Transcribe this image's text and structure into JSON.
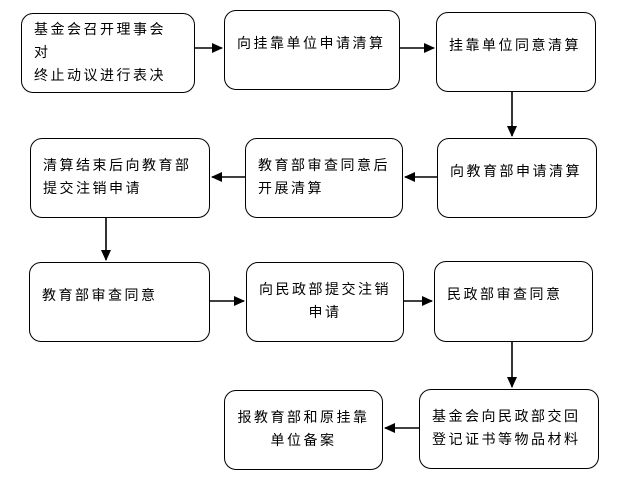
{
  "diagram": {
    "type": "flowchart",
    "background": "#ffffff",
    "box_border_color": "#000000",
    "box_fill_color": "#ffffff",
    "text_color": "#000000",
    "nodes": [
      {
        "id": "n1",
        "label": "基金会召开理事会对\n终止动议进行表决"
      },
      {
        "id": "n2",
        "label": "向挂靠单位申请清算"
      },
      {
        "id": "n3",
        "label": "挂靠单位同意清算"
      },
      {
        "id": "n4",
        "label": "向教育部申请清算"
      },
      {
        "id": "n5",
        "label": "教育部审查同意后\n开展清算"
      },
      {
        "id": "n6",
        "label": "清算结束后向教育部\n提交注销申请"
      },
      {
        "id": "n7",
        "label": "教育部审查同意"
      },
      {
        "id": "n8",
        "label": "向民政部提交注销\n申请"
      },
      {
        "id": "n9",
        "label": "民政部审查同意"
      },
      {
        "id": "n10",
        "label": "基金会向民政部交回\n登记证书等物品材料"
      },
      {
        "id": "n11",
        "label": "报教育部和原挂靠\n单位备案"
      }
    ],
    "edges": [
      {
        "from": "n1",
        "to": "n2",
        "direction": "right"
      },
      {
        "from": "n2",
        "to": "n3",
        "direction": "right"
      },
      {
        "from": "n3",
        "to": "n4",
        "direction": "down"
      },
      {
        "from": "n4",
        "to": "n5",
        "direction": "left"
      },
      {
        "from": "n5",
        "to": "n6",
        "direction": "left"
      },
      {
        "from": "n6",
        "to": "n7",
        "direction": "down"
      },
      {
        "from": "n7",
        "to": "n8",
        "direction": "right"
      },
      {
        "from": "n8",
        "to": "n9",
        "direction": "right"
      },
      {
        "from": "n9",
        "to": "n10",
        "direction": "down"
      },
      {
        "from": "n10",
        "to": "n11",
        "direction": "left"
      }
    ]
  }
}
